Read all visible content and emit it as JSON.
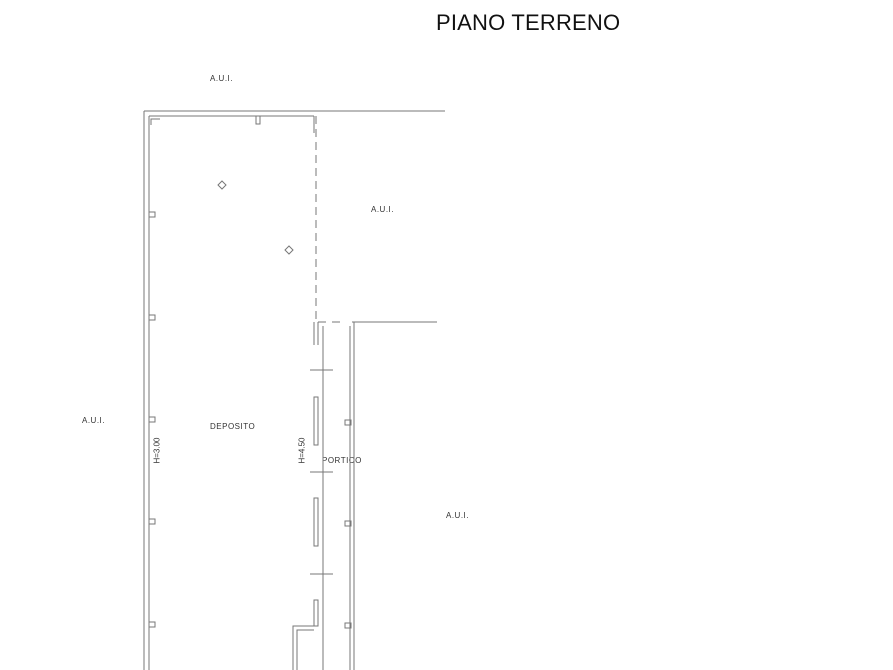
{
  "title": "PIANO TERRENO",
  "labels": {
    "aui_top": "A.U.I.",
    "aui_right_upper": "A.U.I.",
    "aui_left": "A.U.I.",
    "aui_right_lower": "A.U.I.",
    "room": "DEPOSITO",
    "portico": "PORTICO",
    "height_left": "H=3.00",
    "height_right": "H=4.50"
  }
}
